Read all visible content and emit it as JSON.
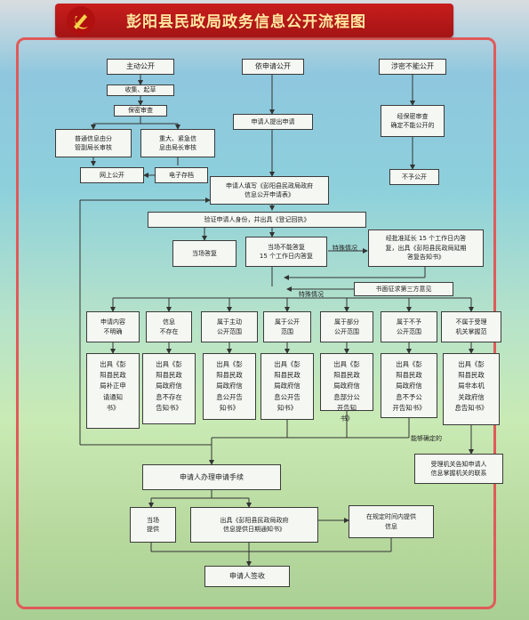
{
  "title": "彭阳县民政局政务信息公开流程图",
  "colors": {
    "header": "#c81d1d",
    "frame": "#e05a5a",
    "title_text": "#ffe8a0",
    "box_fill": "#f5f7f2"
  },
  "icons": {
    "emblem": "party-emblem-icon"
  },
  "top": {
    "col1": "主动公开",
    "col2": "依申请公开",
    "col3": "涉密不能公开"
  },
  "left": {
    "collect": "收集、起草",
    "secret_review": "保密审查",
    "general": "普通信息由分\n管副局长审核",
    "major": "重大、紧急信\n息由局长审核",
    "online": "网上公开",
    "archive": "电子存档"
  },
  "middle": {
    "apply": "申请人提出申请",
    "fill_form": "申请人填写《彭阳县民政局政府\n信息公开申请表》",
    "verify": "验证申请人身份，并出具《登记回执》",
    "on_spot": "当场答复",
    "within15": "当场不能答复\n15 个工作日内答复",
    "special1": "特殊情况",
    "extend": "经批准延长 15 个工作日内答\n复，出具《彭阳县民政局延期\n答复告知书》",
    "special2": "特殊情况",
    "third_party": "书面征求第三方意见"
  },
  "right": {
    "confirm": "经保密审查\n确定不能公开的",
    "no_open": "不予公开"
  },
  "categories": [
    {
      "head": "申请内容\n不明确",
      "body": "出具《彭\n阳县民政\n局补正申\n请通知\n书》"
    },
    {
      "head": "信息\n不存在",
      "body": "出具《彭\n阳县民政\n局政府信\n息不存在\n告知书》"
    },
    {
      "head": "属于主动\n公开范围",
      "body": "出具《彭\n阳县民政\n局政府信\n息公开告\n知书》"
    },
    {
      "head": "属于公开\n范围",
      "body": "出具《彭\n阳县民政\n局政府信\n息公开告\n知书》"
    },
    {
      "head": "属于部分\n公开范围",
      "body": "出具《彭\n阳县民政\n局政府信\n息部分公\n开告知\n书》"
    },
    {
      "head": "属于不予\n公开范围",
      "body": "出具《彭\n阳县民政\n局政府信\n息不予公\n开告知书》"
    },
    {
      "head": "不属于受理\n机关掌握范",
      "body": "出具《彭\n阳县民政\n局非本机\n关政府信\n息告知书》"
    }
  ],
  "bottom": {
    "can_confirm": "能够确定的",
    "notify_holder": "受理机关告知申请人\n信息掌握机关的联系",
    "handle": "申请人办理申请手续",
    "provide_now": "当场\n提供",
    "date_notice": "出具《彭阳县民政局政府\n信息提供日期通知书》",
    "provide_later": "在规定时间内提供\n信息",
    "sign": "申请人签收"
  }
}
